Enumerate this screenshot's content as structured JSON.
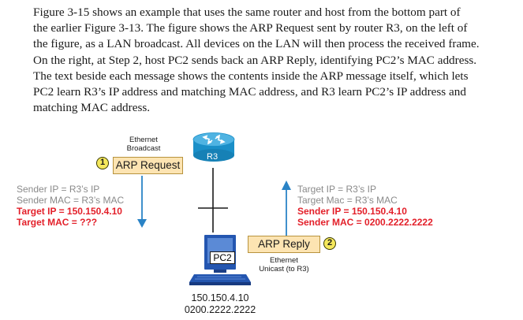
{
  "paragraph": {
    "lines": [
      "Figure 3-15 shows an example that uses the same router and host from the bottom part of",
      "the earlier Figure 3-13. The figure shows the ARP Request sent by router R3, on the left of",
      "the figure, as a LAN broadcast. All devices on the LAN will then process the received frame.",
      "On the right, at Step 2, host PC2 sends back an ARP Reply, identifying PC2’s MAC address.",
      "The text beside each message shows the contents inside the ARP message itself, which lets",
      "PC2 learn R3’s IP address and matching MAC address, and R3 learn PC2’s IP address and",
      "matching MAC address."
    ]
  },
  "figure": {
    "router_label": "R3",
    "pc_label": "PC2",
    "pc_ip": "150.150.4.10",
    "pc_mac": "0200.2222.2222",
    "request": {
      "step": "1",
      "label": "ARP Request",
      "ethernet_line1": "Ethernet",
      "ethernet_line2": "Broadcast",
      "gray_lines": [
        "Sender IP = R3’s IP",
        "Sender MAC = R3’s MAC"
      ],
      "red_lines": [
        "Target IP = 150.150.4.10",
        "Target MAC = ???"
      ]
    },
    "reply": {
      "step": "2",
      "label": "ARP Reply",
      "ethernet_line1": "Ethernet",
      "ethernet_line2": "Unicast (to R3)",
      "gray_lines": [
        "Target IP = R3’s IP",
        "Target Mac = R3’s MAC"
      ],
      "red_lines": [
        "Sender IP = 150.150.4.10",
        "Sender MAC = 0200.2222.2222"
      ]
    },
    "colors": {
      "router_blue": "#1a8fc8",
      "pc_blue": "#2456b0",
      "arrow_blue": "#2a83c6",
      "message_fill": "#fde4b2",
      "highlight_red": "#e3202a",
      "muted_gray": "#8a8a8a"
    },
    "icons": [
      "router-icon",
      "pc-icon"
    ]
  }
}
